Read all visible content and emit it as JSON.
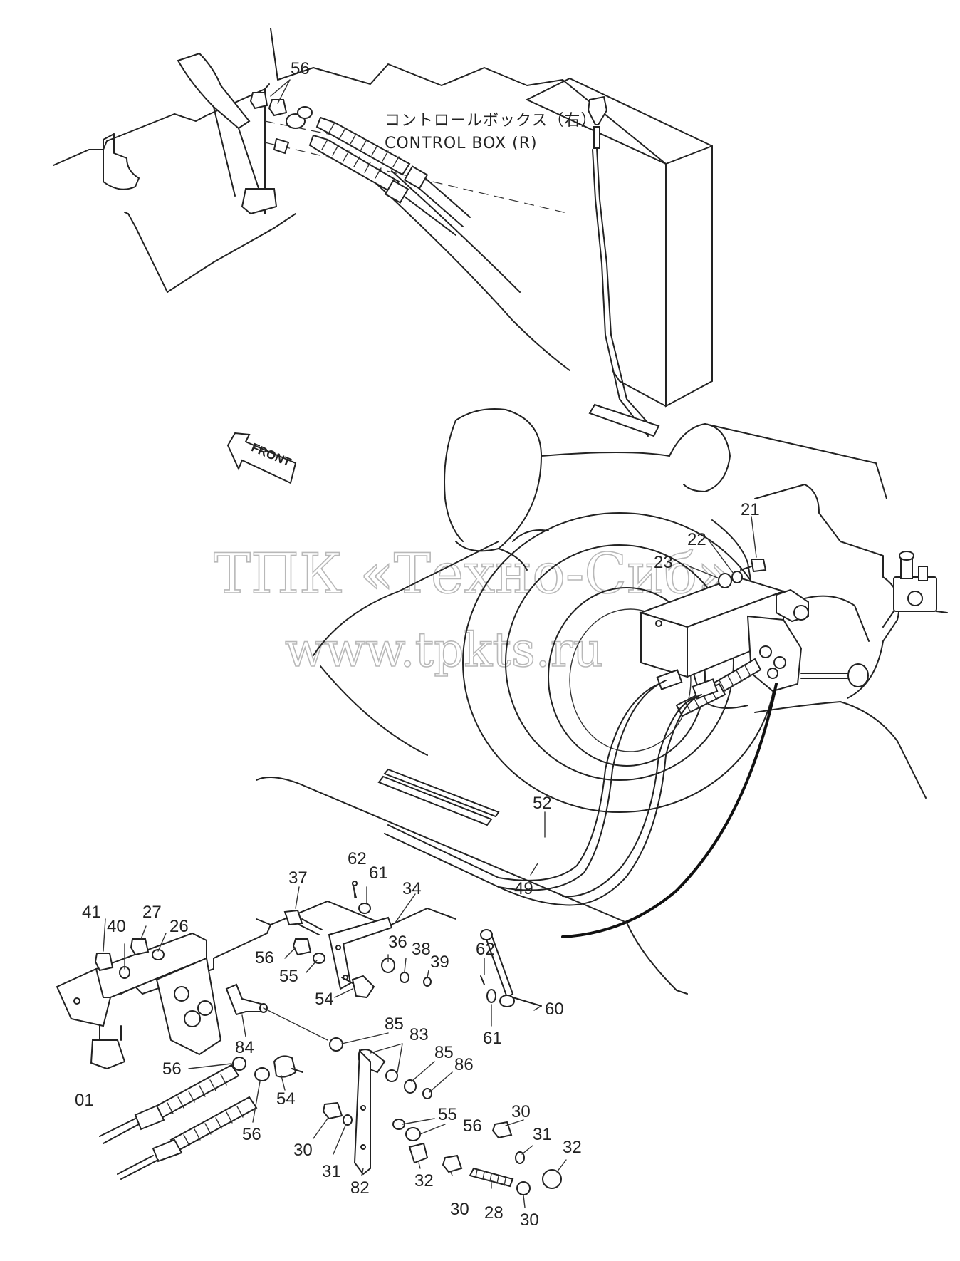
{
  "caption": {
    "jp": "コントロールボックス（右）",
    "en": "CONTROL BOX (R)"
  },
  "front_label": "FRONT",
  "watermark": {
    "line1": "ТПК «Техно-Сиб»",
    "line2": "www.tpkts.ru"
  },
  "callouts": {
    "c56_top": "56",
    "c21": "21",
    "c22": "22",
    "c23": "23",
    "c52": "52",
    "c49": "49",
    "c62a": "62",
    "c61a": "61",
    "c37": "37",
    "c34": "34",
    "c41": "41",
    "c40": "40",
    "c27": "27",
    "c26": "26",
    "c36": "36",
    "c38": "38",
    "c39": "39",
    "c62b": "62",
    "c56a": "56",
    "c55a": "55",
    "c54a": "54",
    "c84": "84",
    "c61b": "61",
    "c60": "60",
    "c85a": "85",
    "c83": "83",
    "c85b": "85",
    "c86": "86",
    "c56b": "56",
    "c01": "01",
    "c54b": "54",
    "c56c": "56",
    "c55b": "55",
    "c56d": "56",
    "c30a": "30",
    "c31a": "31",
    "c32a": "32",
    "c30b": "30",
    "c31b": "31",
    "c82": "82",
    "c32b": "32",
    "c30c": "30",
    "c28": "28",
    "c30d": "30"
  },
  "colors": {
    "line": "#222222",
    "watermark": "#b8b8b8",
    "background": "#ffffff"
  }
}
